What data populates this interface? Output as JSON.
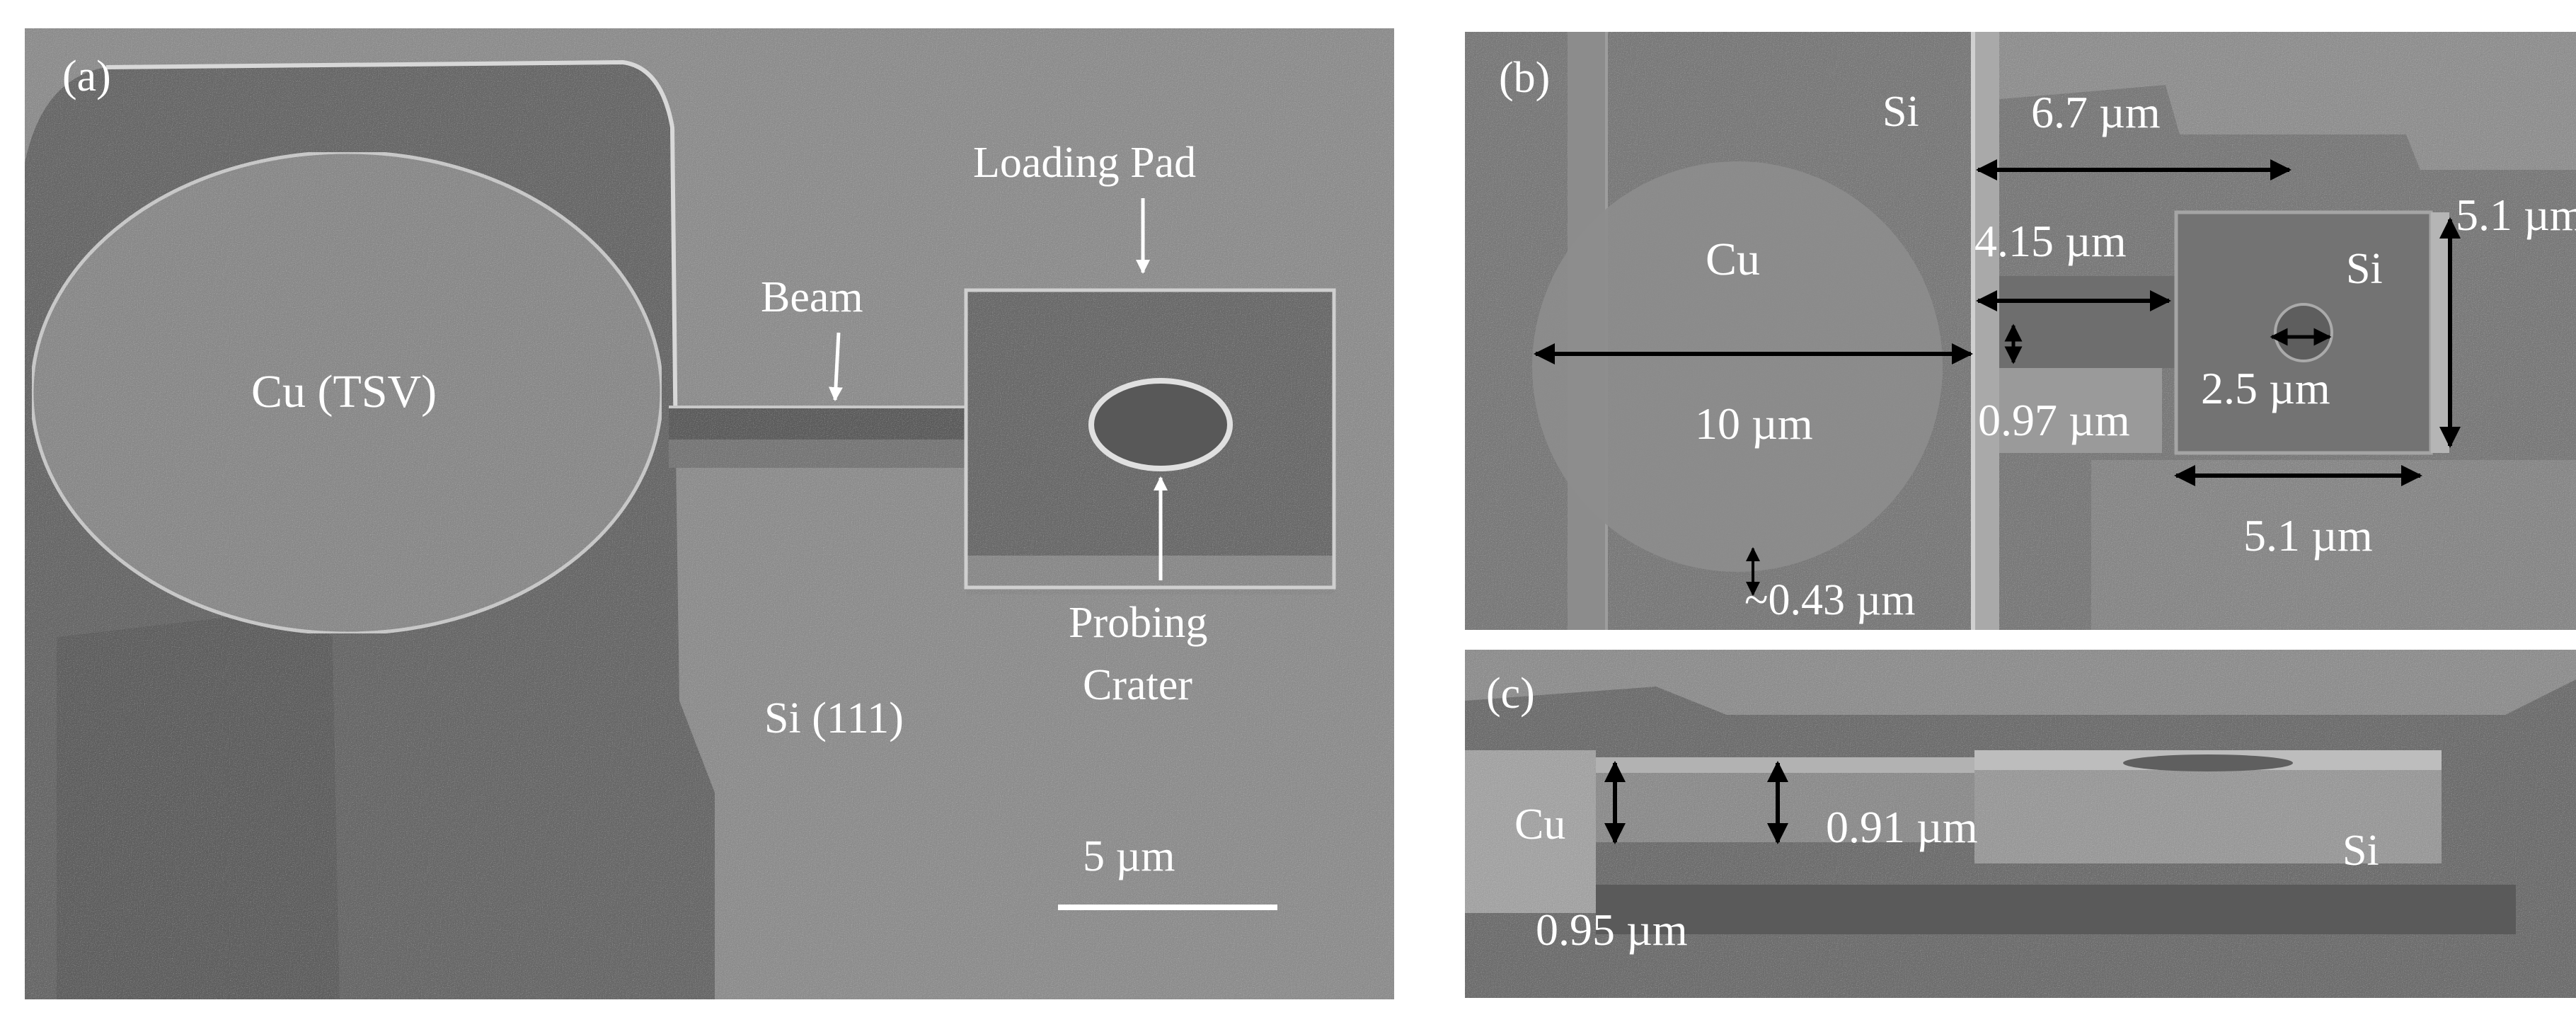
{
  "panels": {
    "a": {
      "tag": "(a)",
      "labels": {
        "cu_tsv": "Cu (TSV)",
        "beam": "Beam",
        "loading_pad": "Loading Pad",
        "probing": "Probing",
        "crater": "Crater",
        "si_111": "Si (111)"
      },
      "scale_bar": "5 µm"
    },
    "b": {
      "tag": "(b)",
      "labels": {
        "si_top": "Si",
        "cu": "Cu",
        "si_right": "Si"
      },
      "dims": {
        "d1": "6.7 µm",
        "d2": "5.1 µm",
        "d3": "4.15 µm",
        "d4": "2.5 µm",
        "d5": "10 µm",
        "d6": "0.97 µm",
        "d7": "5.1 µm",
        "d8": "~0.43 µm"
      }
    },
    "c": {
      "tag": "(c)",
      "labels": {
        "cu": "Cu",
        "si": "Si"
      },
      "dims": {
        "d1": "0.91 µm",
        "d2": "0.95 µm"
      }
    }
  },
  "colors": {
    "background": "#ffffff",
    "sem_gray_a": "#8e8e8e",
    "sem_gray_b": "#7a7a7a",
    "label": "#ffffff",
    "arrow": "#000000"
  }
}
